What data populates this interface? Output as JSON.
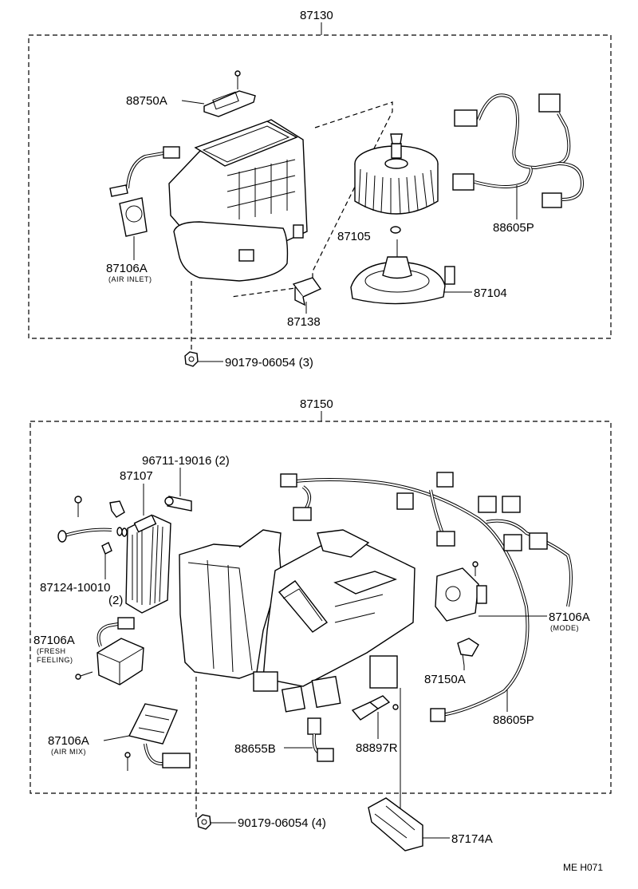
{
  "sections": [
    {
      "assembly": "87130",
      "labels": {
        "p88750A": "88750A",
        "p87106A_inlet": "87106A",
        "p87106A_inlet_note": "(AIR INLET)",
        "p87105": "87105",
        "p88605P": "88605P",
        "p87104": "87104",
        "p87138": "87138",
        "p90179": "90179-06054 (3)"
      }
    },
    {
      "assembly": "87150",
      "labels": {
        "p96711": "96711-19016 (2)",
        "p87107": "87107",
        "p87124": "87124-10010",
        "p87124_qty": "(2)",
        "p87106A_mode": "87106A",
        "p87106A_mode_note": "(MODE)",
        "p87106A_fresh": "87106A",
        "p87106A_fresh_note1": "(FRESH",
        "p87106A_fresh_note2": "FEELING)",
        "p87150A": "87150A",
        "p88605P": "88605P",
        "p87106A_mix": "87106A",
        "p87106A_mix_note": "(AIR MIX)",
        "p88655B": "88655B",
        "p88897R": "88897R",
        "p90179": "90179-06054 (4)",
        "p87174A": "87174A"
      }
    }
  ],
  "footer_code": "ME H071"
}
